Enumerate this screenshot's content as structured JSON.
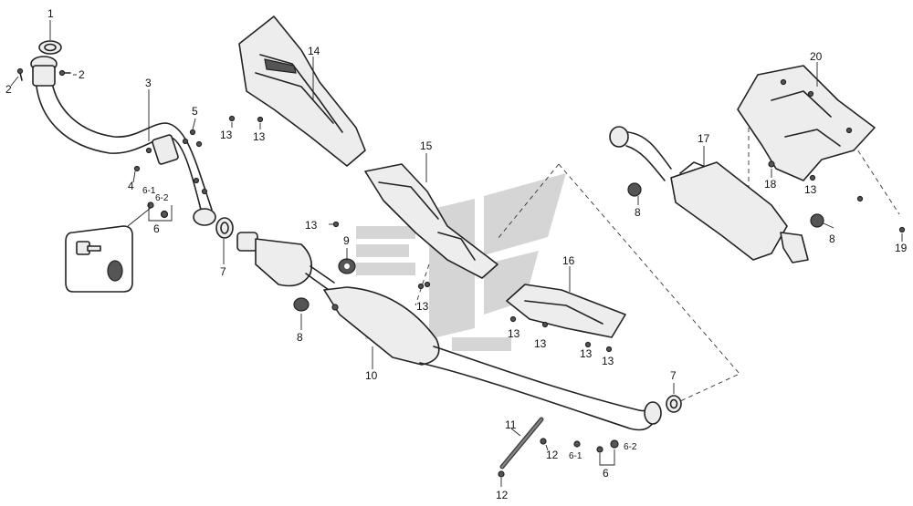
{
  "callouts": {
    "c1": "1",
    "c2a": "2",
    "c2b": "2",
    "c3": "3",
    "c4": "4",
    "c5": "5",
    "c6a": "6",
    "c6b": "6",
    "c6_1a": "6-1",
    "c6_1b": "6-1",
    "c6_2a": "6-2",
    "c6_2b": "6-2",
    "c7a": "7",
    "c7b": "7",
    "c8a": "8",
    "c8b": "8",
    "c8c": "8",
    "c9": "9",
    "c10": "10",
    "c11": "11",
    "c12a": "12",
    "c12b": "12",
    "c13a": "13",
    "c13b": "13",
    "c13c": "13",
    "c13d": "13",
    "c13e": "13",
    "c13f": "13",
    "c13g": "13",
    "c13h": "13",
    "c14": "14",
    "c15": "15",
    "c16": "16",
    "c17": "17",
    "c18": "18",
    "c19": "19",
    "c20": "20"
  },
  "colors": {
    "line": "#222222",
    "fill": "#ededed",
    "watermark": "#9a9a9a"
  }
}
